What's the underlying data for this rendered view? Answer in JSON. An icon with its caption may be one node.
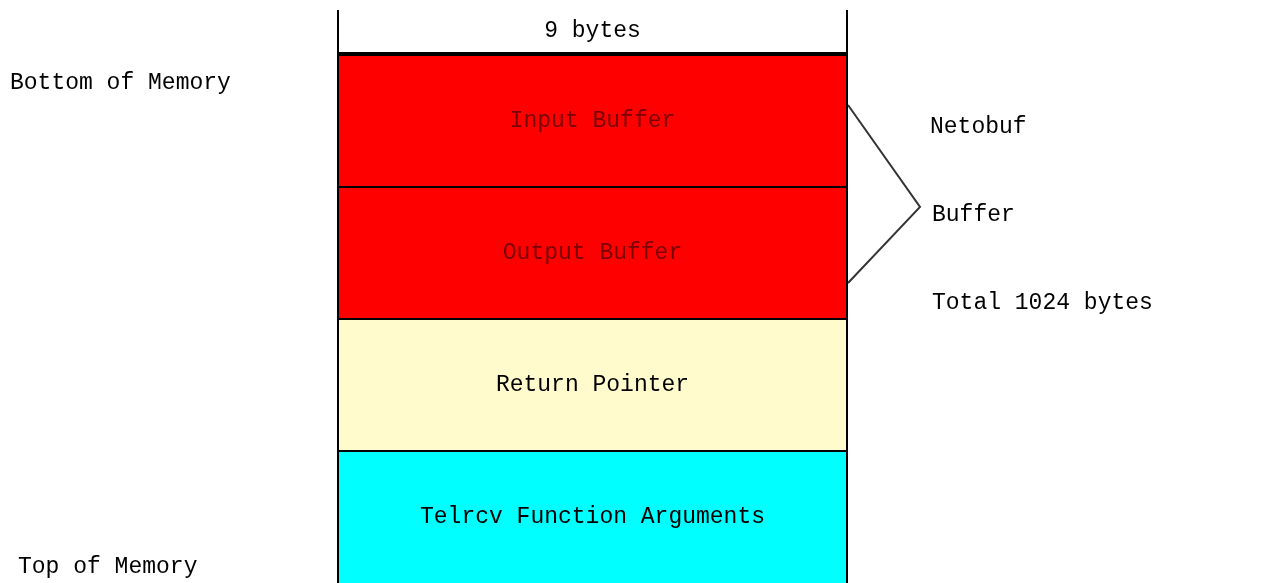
{
  "diagram": {
    "nodes": [
      {
        "text": [
          "9 bytes"
        ]
      },
      {
        "text": [
          "Input Buffer"
        ]
      },
      {
        "text": [
          "Output Buffer"
        ]
      },
      {
        "text": [
          "Return Pointer"
        ]
      },
      {
        "text": [
          "Telrcv Function Arguments"
        ]
      }
    ],
    "labels": [
      "Bottom of Memory",
      "Netobuf",
      "Buffer",
      "Total 1024 bytes",
      "Top of Memory"
    ]
  }
}
